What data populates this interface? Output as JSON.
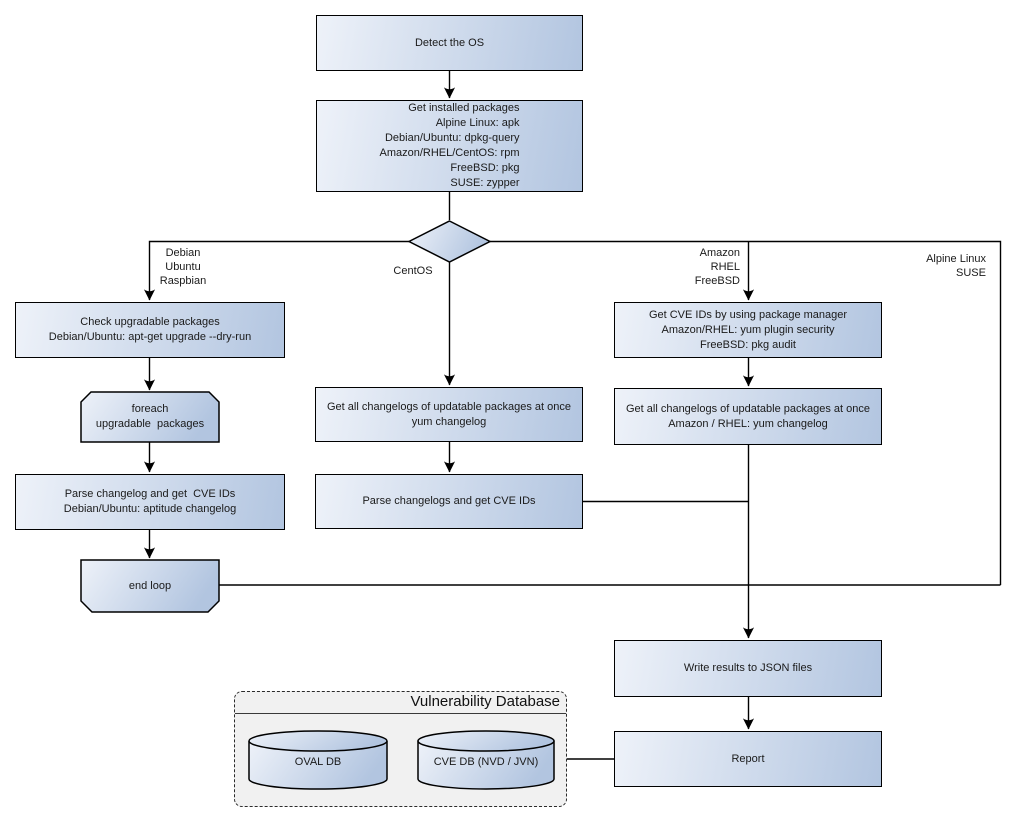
{
  "nodes": {
    "detect_os": "Detect the OS",
    "get_installed_packages": "Get installed packages\nAlpine Linux: apk\nDebian/Ubuntu: dpkg-query\nAmazon/RHEL/CentOS: rpm\nFreeBSD: pkg\nSUSE: zypper",
    "check_upgradable": "Check upgradable packages\nDebian/Ubuntu: apt-get upgrade --dry-run",
    "foreach_loop": "foreach\nupgradable  packages",
    "parse_changelog_deb": "Parse changelog and get  CVE IDs\nDebian/Ubuntu: aptitude changelog",
    "end_loop": "end loop",
    "get_changelogs_centos": "Get all changelogs of updatable packages at once\nyum changelog",
    "parse_changelogs_centos": "Parse changelogs and get CVE IDs",
    "get_cve_ids_pkg_mgr": "Get CVE IDs by using package manager\nAmazon/RHEL: yum plugin security\nFreeBSD: pkg audit",
    "get_changelogs_amazon": "Get all changelogs of updatable packages at once\nAmazon / RHEL: yum changelog",
    "write_json": "Write results to JSON files",
    "report": "Report"
  },
  "branch_labels": {
    "left": "Debian\nUbuntu\nRaspbian",
    "center": "CentOS",
    "right": "Amazon\nRHEL\nFreeBSD",
    "far_right": "Alpine Linux\nSUSE"
  },
  "database": {
    "title": "Vulnerability Database",
    "cylinders": [
      {
        "label": "OVAL DB"
      },
      {
        "label": "CVE DB (NVD / JVN)"
      }
    ]
  },
  "colors": {
    "node_gradient_start": "#eef2f9",
    "node_gradient_end": "#b2c5e0",
    "border": "#000000",
    "container_fill": "#f1f1f1",
    "text": "#1a1a1a"
  }
}
